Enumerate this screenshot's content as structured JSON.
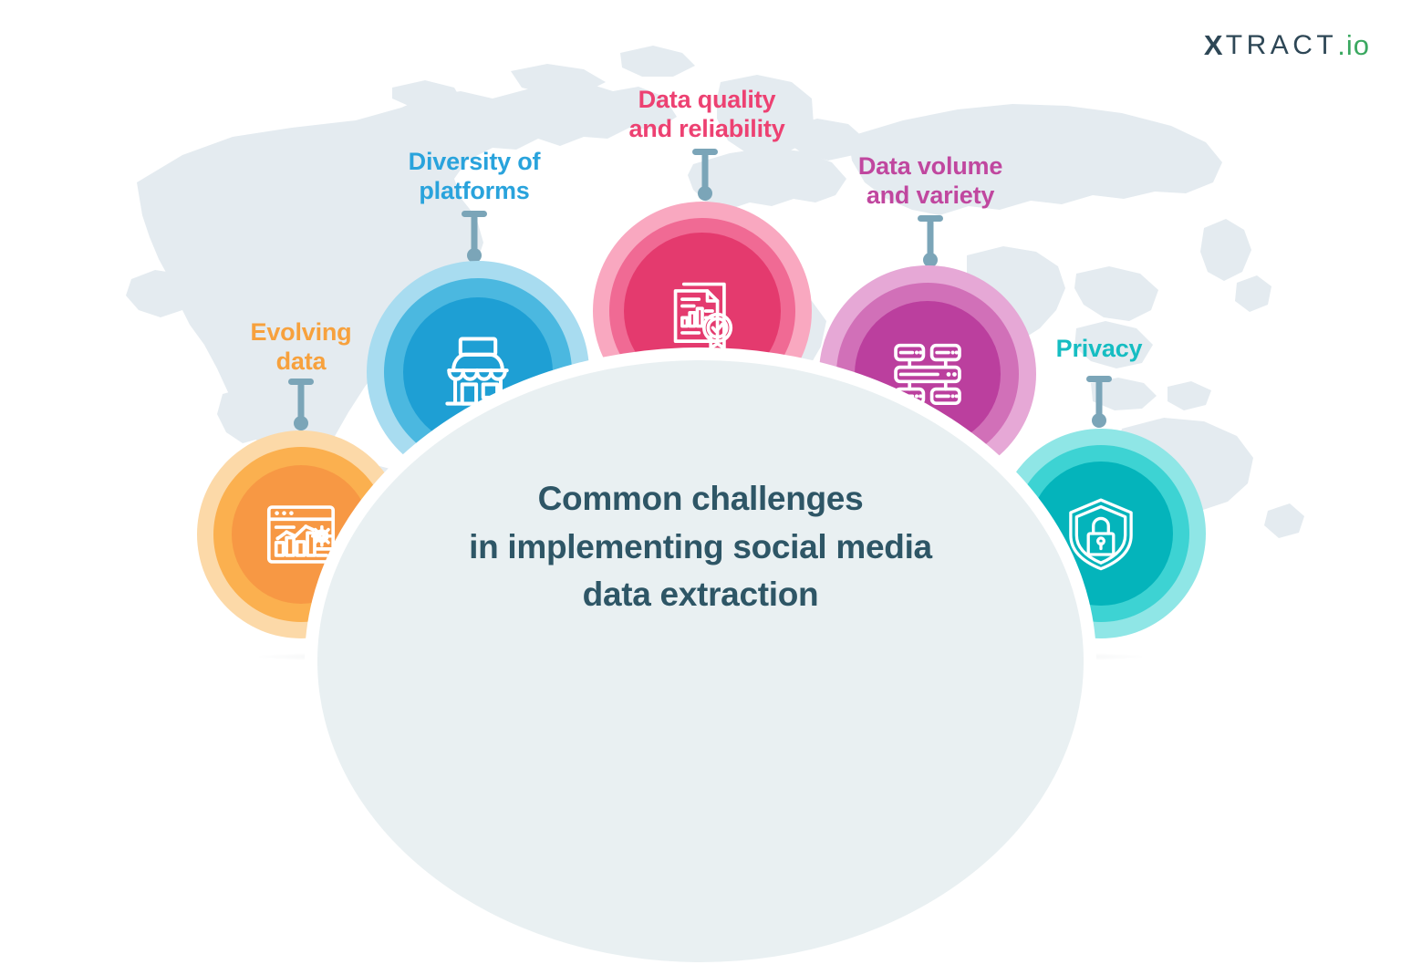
{
  "brand": {
    "logo_x": "X",
    "logo_tract": "TRACT",
    "logo_io": ".io",
    "logo_full": "XTRACT.io",
    "logo_dark": "#2e4756",
    "logo_green": "#3aa860"
  },
  "canvas": {
    "background": "#ffffff",
    "map_color": "#e4ebf0"
  },
  "center": {
    "title_line1": "Common challenges",
    "title_line2": "in implementing social media",
    "title_line3": "data extraction",
    "title_color": "#2e5666",
    "dome_fill": "#e9f0f2",
    "dome_ring": "#ffffff"
  },
  "connector": {
    "color": "#7ba5b8"
  },
  "nodes": [
    {
      "id": "evolving-data",
      "label": "Evolving\ndata",
      "label_color": "#f7a13d",
      "icon": "analytics-dashboard-icon",
      "halo": "#fcd9a8",
      "mid": "#fbb04f",
      "core": "#f79844"
    },
    {
      "id": "diversity-of-platforms",
      "label": "Diversity of\nplatforms",
      "label_color": "#29a3dc",
      "icon": "storefront-icon",
      "halo": "#a8dcf0",
      "mid": "#4bb8e0",
      "core": "#1e9fd4"
    },
    {
      "id": "data-quality-and-reliability",
      "label": "Data quality\nand reliability",
      "label_color": "#ed4172",
      "icon": "verified-report-icon",
      "halo": "#f9a8c0",
      "mid": "#f06a94",
      "core": "#e43a6e"
    },
    {
      "id": "data-volume-and-variety",
      "label": "Data volume\nand variety",
      "label_color": "#c0479f",
      "icon": "server-rack-icon",
      "halo": "#e6a8d6",
      "mid": "#d170b8",
      "core": "#bb3f9e"
    },
    {
      "id": "privacy",
      "label": "Privacy",
      "label_color": "#16bdc2",
      "icon": "shield-lock-icon",
      "halo": "#8fe6e6",
      "mid": "#3dd3d3",
      "core": "#04b4bb"
    }
  ]
}
